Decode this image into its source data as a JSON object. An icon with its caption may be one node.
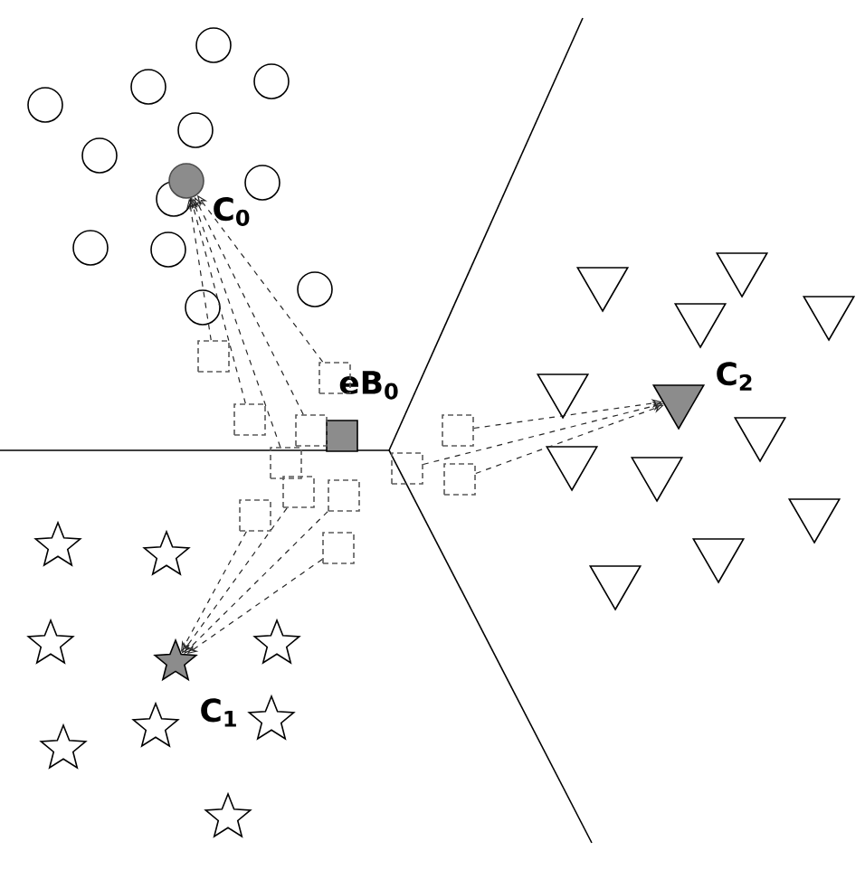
{
  "diagram": {
    "nodes": [
      {
        "text": [
          "C$_{0}$"
        ]
      },
      {
        "text": [
          "eB$_{0}$"
        ]
      },
      {
        "text": [
          "C$_{1}$"
        ]
      },
      {
        "text": [
          "C$_{2}$"
        ]
      },
      {
        "text": [],
        "shape": "box"
      },
      {
        "text": [],
        "shape": "box"
      },
      {
        "text": [],
        "shape": "box"
      },
      {
        "text": [],
        "shape": "box"
      },
      {
        "text": [],
        "shape": "box"
      },
      {
        "text": [],
        "shape": "box"
      },
      {
        "text": [],
        "shape": "box"
      },
      {
        "text": [],
        "shape": "box"
      },
      {
        "text": [],
        "shape": "box"
      },
      {
        "text": [],
        "shape": "box"
      },
      {
        "text": [],
        "shape": "box"
      },
      {
        "text": [],
        "shape": "box"
      }
    ],
    "edges": [
      {
        "from": 4,
        "to": 0,
        "arrow": "to",
        "style": "dashed"
      },
      {
        "from": 5,
        "to": 0,
        "arrow": "to",
        "style": "dashed"
      },
      {
        "from": 6,
        "to": 0,
        "arrow": "to",
        "style": "dashed"
      },
      {
        "from": 7,
        "to": 0,
        "arrow": "to",
        "style": "dashed"
      },
      {
        "from": 8,
        "to": 0,
        "arrow": "to",
        "style": "dashed"
      },
      {
        "from": 9,
        "to": 2,
        "arrow": "to",
        "style": "dashed"
      },
      {
        "from": 10,
        "to": 2,
        "arrow": "to",
        "style": "dashed"
      },
      {
        "from": 11,
        "to": 2,
        "arrow": "to",
        "style": "dashed"
      },
      {
        "from": 12,
        "to": 2,
        "arrow": "to",
        "style": "dashed"
      },
      {
        "from": 13,
        "to": 3,
        "arrow": "to",
        "style": "dashed"
      },
      {
        "from": 14,
        "to": 3,
        "arrow": "to",
        "style": "dashed"
      },
      {
        "from": 15,
        "to": 3,
        "arrow": "to",
        "style": "dashed"
      }
    ]
  }
}
